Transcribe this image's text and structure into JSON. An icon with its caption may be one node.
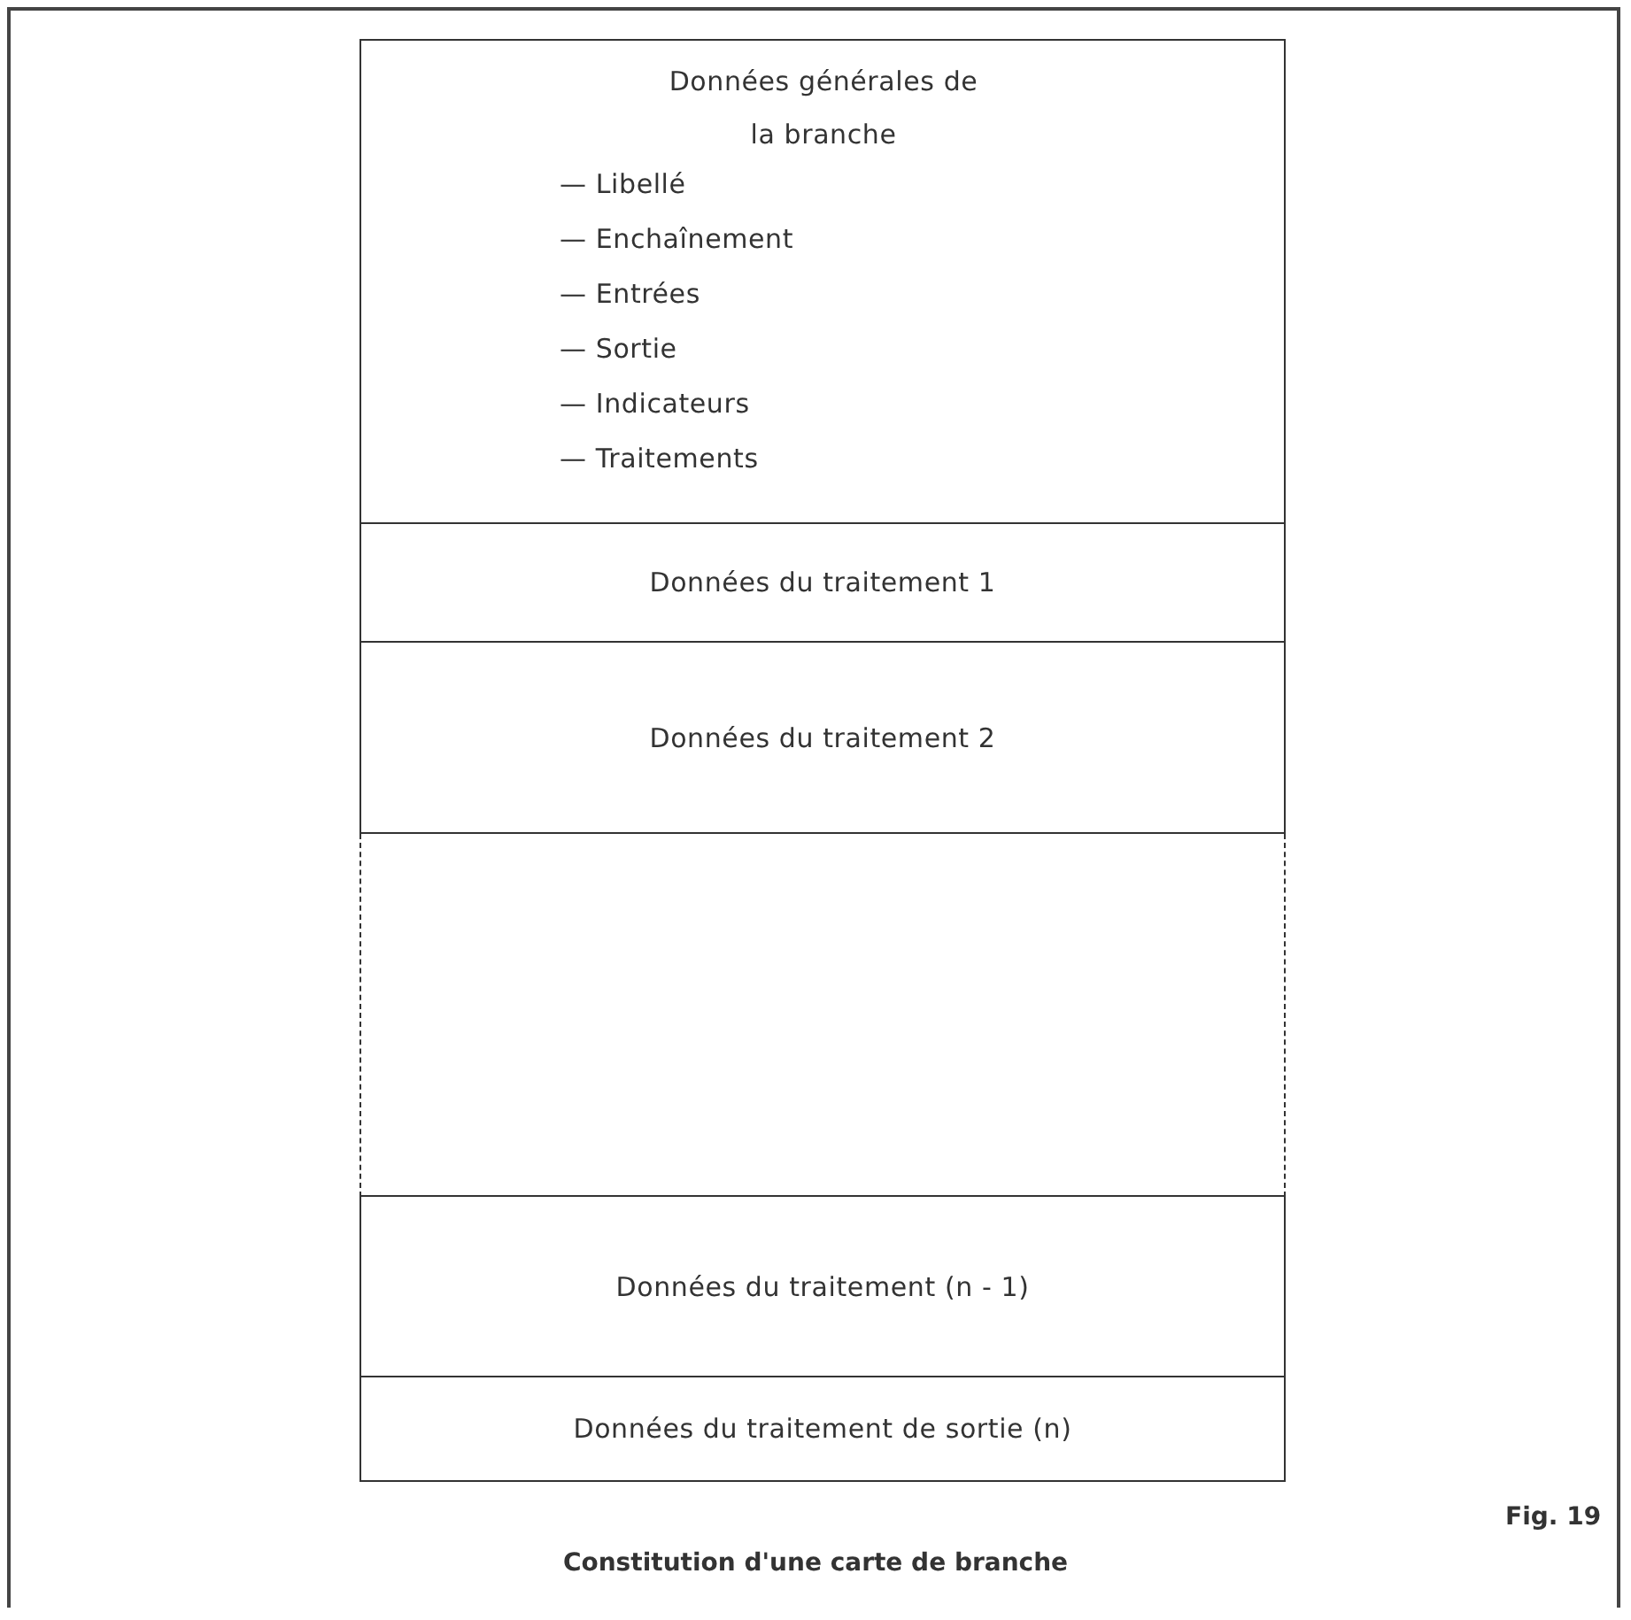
{
  "diagram": {
    "caption": "Constitution d'une carte de branche",
    "nodes": [
      {
        "text": [
          "Données générales de la branche",
          "— Libellé",
          "— Enchaînement",
          "— Entrées",
          "— Sortie",
          "— Indicateurs",
          "— Traitements"
        ]
      },
      {
        "text": [
          "Données du traitement 1"
        ]
      },
      {
        "text": [
          "Données du traitement 2"
        ]
      },
      {
        "text": [],
        "shape": "box"
      },
      {
        "text": [
          "Données du traitement (n - 1)"
        ]
      },
      {
        "text": [
          "Données du traitement de sortie (n)"
        ]
      }
    ],
    "edges": [],
    "labels": [
      "Fig. 19"
    ]
  }
}
